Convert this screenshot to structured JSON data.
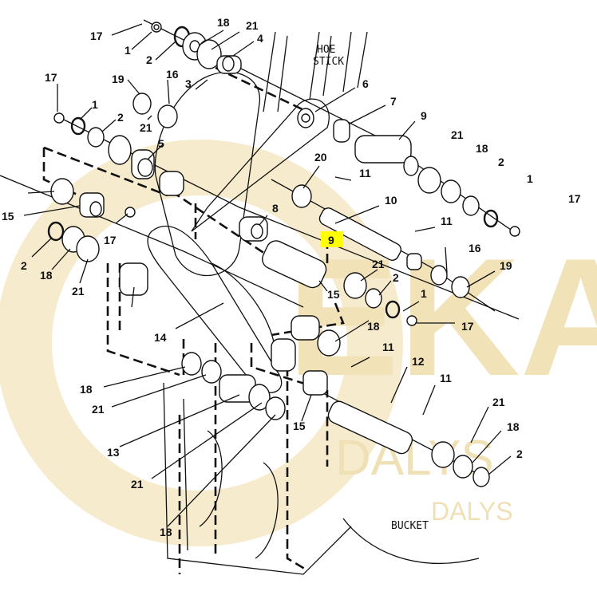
{
  "watermark": {
    "brand": "EKA",
    "line1": "DALYS",
    "line2": "DALYS"
  },
  "diagram_tags": {
    "hoe_stick_line1": "HOE",
    "hoe_stick_line2": "STICK",
    "bucket": "BUCKET"
  },
  "highlight_color": "#ffff00",
  "callouts": [
    "17",
    "1",
    "2",
    "18",
    "21",
    "4",
    "3",
    "6",
    "7",
    "9",
    "17",
    "1",
    "2",
    "19",
    "16",
    "21",
    "5",
    "21",
    "18",
    "2",
    "1",
    "17",
    "20",
    "11",
    "10",
    "11",
    "8",
    "9",
    "16",
    "19",
    "15",
    "17",
    "2",
    "18",
    "21",
    "21",
    "15",
    "2",
    "1",
    "17",
    "14",
    "18",
    "11",
    "12",
    "11",
    "18",
    "21",
    "13",
    "15",
    "21",
    "18",
    "2",
    "21",
    "18"
  ]
}
